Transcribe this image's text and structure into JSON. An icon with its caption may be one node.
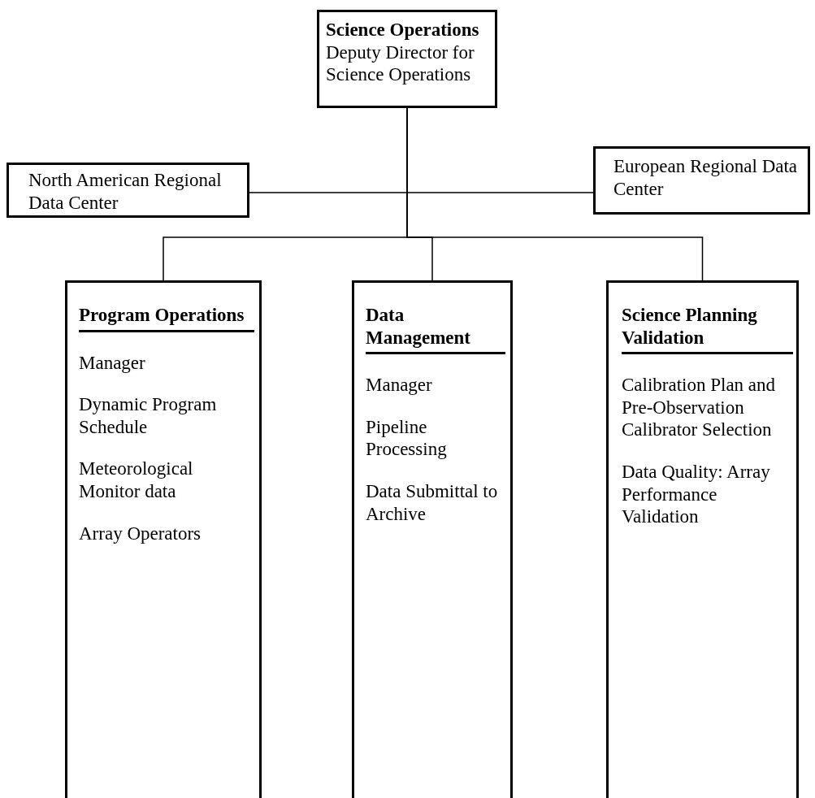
{
  "diagram": {
    "nodes": [
      {
        "text": [
          "Science Operations",
          "Deputy Director for Science Operations"
        ]
      },
      {
        "text": [
          "North American Regional Data Center"
        ]
      },
      {
        "text": [
          "European Regional Data Center"
        ]
      },
      {
        "text": [
          "Program Operations",
          "Manager",
          "Dynamic Program Schedule",
          "Meteorological Monitor data",
          "Array Operators"
        ]
      },
      {
        "text": [
          "Data Management",
          "Manager",
          "Pipeline Processing",
          "Data Submittal to Archive"
        ]
      },
      {
        "text": [
          "Science Planning Validation",
          "Calibration Plan and Pre-Observation Calibrator Selection",
          "Data Quality: Array Performance Validation"
        ]
      }
    ],
    "edges": [
      {
        "from": 0,
        "to": 1,
        "arrow": "none"
      },
      {
        "from": 0,
        "to": 2,
        "arrow": "none"
      },
      {
        "from": 0,
        "to": 3,
        "arrow": "none"
      },
      {
        "from": 0,
        "to": 4,
        "arrow": "none"
      },
      {
        "from": 0,
        "to": 5,
        "arrow": "none"
      }
    ]
  }
}
